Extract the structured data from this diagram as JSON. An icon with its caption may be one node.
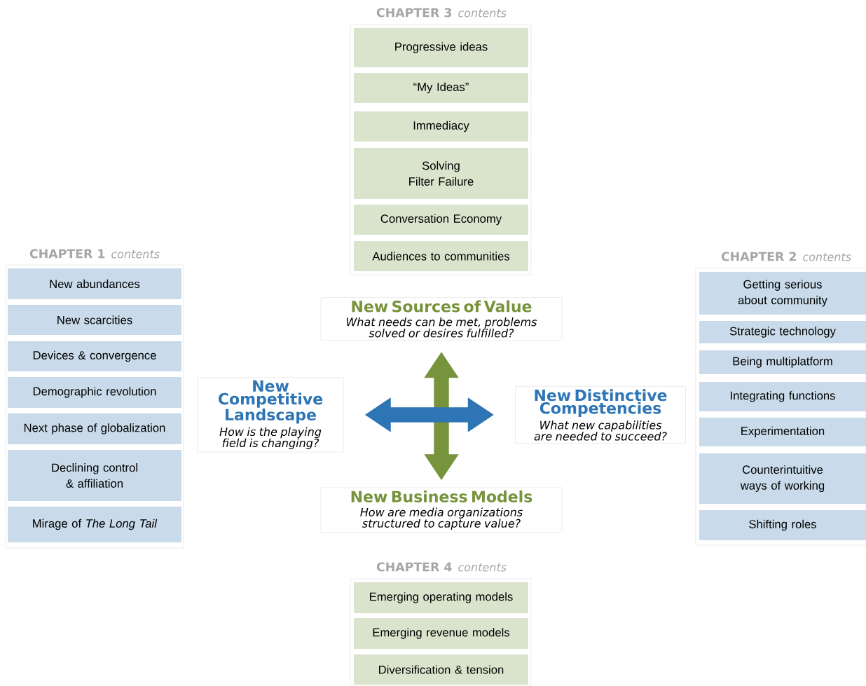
{
  "diagram": {
    "nodes": [
      {
        "text": [
          "CHAPTER 3",
          "contents"
        ]
      },
      {
        "text": [
          "Progressive ideas"
        ],
        "in": 0
      },
      {
        "text": [
          "“My Ideas”"
        ],
        "in": 0
      },
      {
        "text": [
          "Immediacy"
        ],
        "in": 0
      },
      {
        "text": [
          "Solving Filter Failure"
        ],
        "in": 0
      },
      {
        "text": [
          "Conversation Economy"
        ],
        "in": 0
      },
      {
        "text": [
          "Audiences to communities"
        ],
        "in": 0
      },
      {
        "text": [
          "CHAPTER 1",
          "contents"
        ]
      },
      {
        "text": [
          "New abundances"
        ],
        "in": 7
      },
      {
        "text": [
          "New scarcities"
        ],
        "in": 7
      },
      {
        "text": [
          "Devices & convergence"
        ],
        "in": 7
      },
      {
        "text": [
          "Demographic revolution"
        ],
        "in": 7
      },
      {
        "text": [
          "Next phase of globalization"
        ],
        "in": 7
      },
      {
        "text": [
          "Declining control & affiliation"
        ],
        "in": 7
      },
      {
        "text": [
          "Mirage of *The Long Tail*"
        ],
        "in": 7
      },
      {
        "text": [
          "CHAPTER 2",
          "contents"
        ]
      },
      {
        "text": [
          "Getting serious about community"
        ],
        "in": 15
      },
      {
        "text": [
          "Strategic technology"
        ],
        "in": 15
      },
      {
        "text": [
          "Being multiplatform"
        ],
        "in": 15
      },
      {
        "text": [
          "Integrating functions"
        ],
        "in": 15
      },
      {
        "text": [
          "Experimentation"
        ],
        "in": 15
      },
      {
        "text": [
          "Counterintuitive ways of working"
        ],
        "in": 15
      },
      {
        "text": [
          "Shifting roles"
        ],
        "in": 15
      },
      {
        "text": [
          "New Sources of Value",
          "What needs can be met, problems solved or desires fulfilled?"
        ]
      },
      {
        "text": [
          "New Competitive Landscape",
          "How is the playing field is changing?"
        ]
      },
      {
        "text": [
          "New Distinctive Competencies",
          "What new capabilities are needed to succeed?"
        ]
      },
      {
        "text": [
          "New Business Models",
          "How are media organizations structured to capture value?"
        ]
      },
      {
        "text": [
          "CHAPTER 4",
          "contents"
        ]
      },
      {
        "text": [
          "Emerging operating models"
        ],
        "in": 27
      },
      {
        "text": [
          "Emerging revenue models"
        ],
        "in": 27
      },
      {
        "text": [
          "Diversification & tension"
        ],
        "in": 27
      }
    ],
    "edges": [
      {
        "from": 23,
        "to": 26,
        "arrow": "both",
        "color": "#77933c"
      },
      {
        "from": 24,
        "to": 25,
        "arrow": "both",
        "color": "#2e75b6"
      }
    ]
  }
}
